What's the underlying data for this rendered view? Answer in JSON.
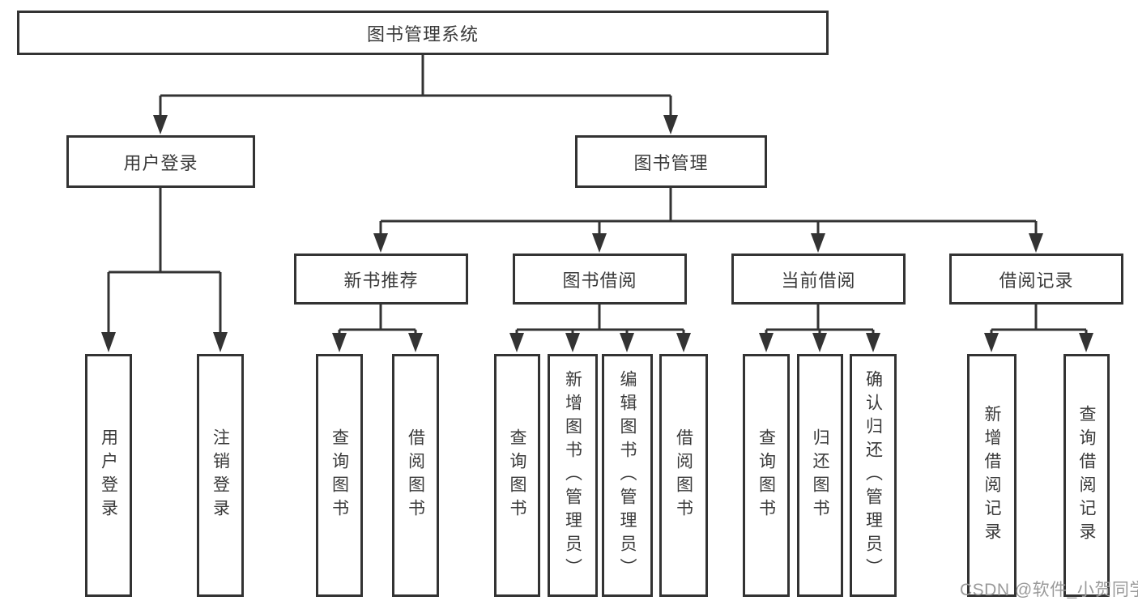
{
  "tree": {
    "label": "图书管理系统",
    "children": [
      {
        "label": "用户登录",
        "children": [
          {
            "label": "用户登录"
          },
          {
            "label": "注销登录"
          }
        ]
      },
      {
        "label": "图书管理",
        "children": [
          {
            "label": "新书推荐",
            "children": [
              {
                "label": "查询图书"
              },
              {
                "label": "借阅图书"
              }
            ]
          },
          {
            "label": "图书借阅",
            "children": [
              {
                "label": "查询图书"
              },
              {
                "label": "新增图书（管理员）"
              },
              {
                "label": "编辑图书（管理员）"
              },
              {
                "label": "借阅图书"
              }
            ]
          },
          {
            "label": "当前借阅",
            "children": [
              {
                "label": "查询图书"
              },
              {
                "label": "归还图书"
              },
              {
                "label": "确认归还（管理员）"
              }
            ]
          },
          {
            "label": "借阅记录",
            "children": [
              {
                "label": "新增借阅记录"
              },
              {
                "label": "查询借阅记录"
              }
            ]
          }
        ]
      }
    ]
  },
  "watermark": "CSDN @软件_小贺同学",
  "colors": {
    "line": "#333333",
    "box_border": "#333333",
    "text": "#3a3a3a",
    "background": "#ffffff",
    "watermark": "#9a9a9a"
  }
}
